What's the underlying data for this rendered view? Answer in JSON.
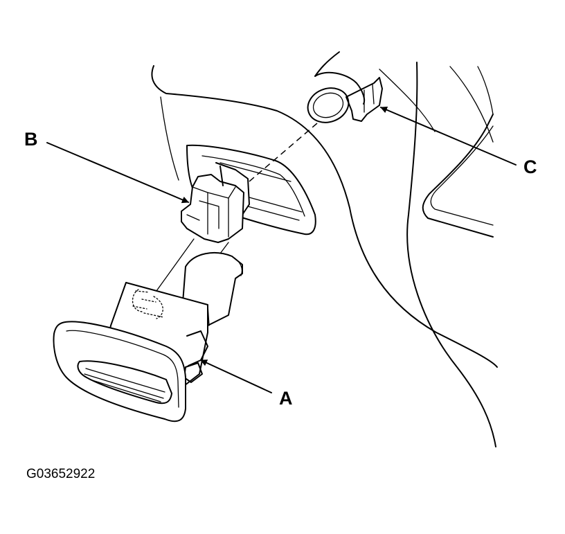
{
  "callouts": {
    "a": "A",
    "b": "B",
    "c": "C"
  },
  "figure_id": "G03652922"
}
